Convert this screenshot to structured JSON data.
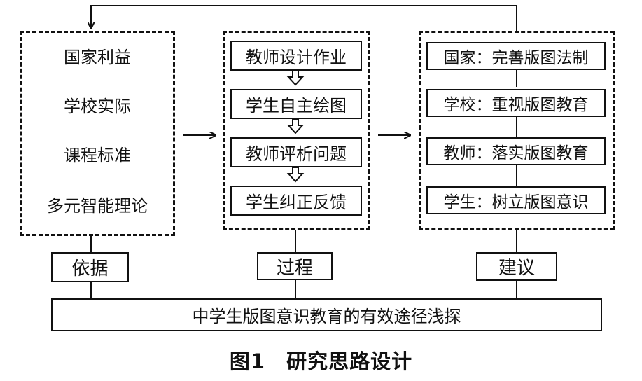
{
  "basis_items": [
    "国家利益",
    "学校实际",
    "课程标准",
    "多元智能理论"
  ],
  "process_steps": [
    "教师设计作业",
    "学生自主绘图",
    "教师评析问题",
    "学生纠正反馈"
  ],
  "suggestions": [
    "国家：完善版图法制",
    "学校：重视版图教育",
    "教师：落实版图教育",
    "学生：树立版图意识"
  ],
  "labels": {
    "basis": "依据",
    "process": "过程",
    "suggestion": "建议"
  },
  "main_title": "中学生版图意识教育的有效途径浅探",
  "caption": "图1　研究思路设计"
}
